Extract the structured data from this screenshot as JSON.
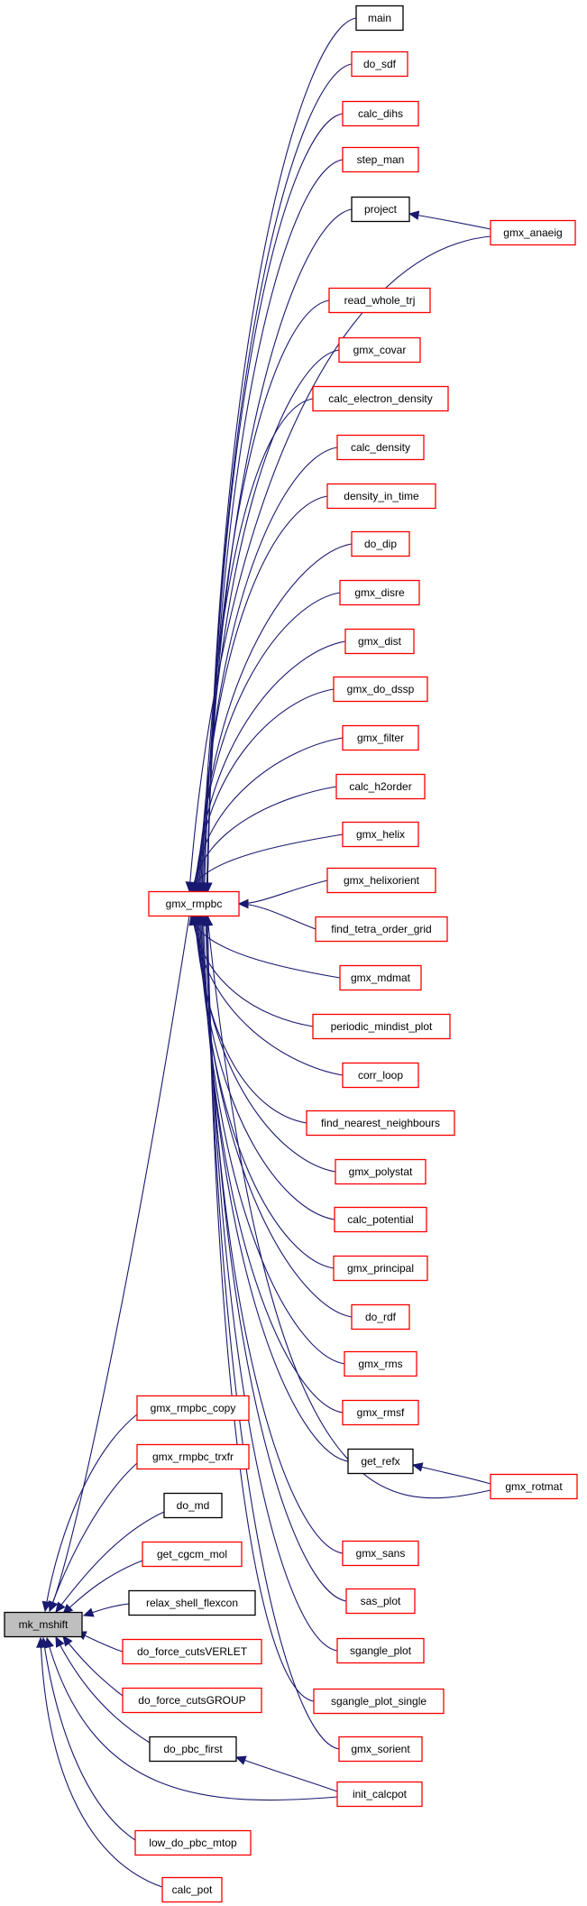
{
  "graph": {
    "colors": {
      "edge": "#191970",
      "documented_border": "#000000",
      "undocumented_border": "#ff0000",
      "root_fill": "#bfbfbf"
    },
    "root": "mk_mshift",
    "nodes": [
      {
        "id": "mk_mshift",
        "label": "mk_mshift",
        "style": "root"
      },
      {
        "id": "gmx_rmpbc",
        "label": "gmx_rmpbc",
        "style": "red"
      },
      {
        "id": "gmx_rmpbc_copy",
        "label": "gmx_rmpbc_copy",
        "style": "red"
      },
      {
        "id": "gmx_rmpbc_trxfr",
        "label": "gmx_rmpbc_trxfr",
        "style": "red"
      },
      {
        "id": "do_md",
        "label": "do_md",
        "style": "black"
      },
      {
        "id": "get_cgcm_mol",
        "label": "get_cgcm_mol",
        "style": "red"
      },
      {
        "id": "relax_shell_flexcon",
        "label": "relax_shell_flexcon",
        "style": "black"
      },
      {
        "id": "do_force_cutsVERLET",
        "label": "do_force_cutsVERLET",
        "style": "red"
      },
      {
        "id": "do_force_cutsGROUP",
        "label": "do_force_cutsGROUP",
        "style": "red"
      },
      {
        "id": "do_pbc_first",
        "label": "do_pbc_first",
        "style": "black"
      },
      {
        "id": "init_calcpot",
        "label": "init_calcpot",
        "style": "red"
      },
      {
        "id": "low_do_pbc_mtop",
        "label": "low_do_pbc_mtop",
        "style": "red"
      },
      {
        "id": "calc_pot",
        "label": "calc_pot",
        "style": "red"
      },
      {
        "id": "main",
        "label": "main",
        "style": "black"
      },
      {
        "id": "do_sdf",
        "label": "do_sdf",
        "style": "red"
      },
      {
        "id": "calc_dihs",
        "label": "calc_dihs",
        "style": "red"
      },
      {
        "id": "step_man",
        "label": "step_man",
        "style": "red"
      },
      {
        "id": "project",
        "label": "project",
        "style": "black"
      },
      {
        "id": "gmx_anaeig",
        "label": "gmx_anaeig",
        "style": "red"
      },
      {
        "id": "read_whole_trj",
        "label": "read_whole_trj",
        "style": "red"
      },
      {
        "id": "gmx_covar",
        "label": "gmx_covar",
        "style": "red"
      },
      {
        "id": "calc_electron_density",
        "label": "calc_electron_density",
        "style": "red"
      },
      {
        "id": "calc_density",
        "label": "calc_density",
        "style": "red"
      },
      {
        "id": "density_in_time",
        "label": "density_in_time",
        "style": "red"
      },
      {
        "id": "do_dip",
        "label": "do_dip",
        "style": "red"
      },
      {
        "id": "gmx_disre",
        "label": "gmx_disre",
        "style": "red"
      },
      {
        "id": "gmx_dist",
        "label": "gmx_dist",
        "style": "red"
      },
      {
        "id": "gmx_do_dssp",
        "label": "gmx_do_dssp",
        "style": "red"
      },
      {
        "id": "gmx_filter",
        "label": "gmx_filter",
        "style": "red"
      },
      {
        "id": "calc_h2order",
        "label": "calc_h2order",
        "style": "red"
      },
      {
        "id": "gmx_helix",
        "label": "gmx_helix",
        "style": "red"
      },
      {
        "id": "gmx_helixorient",
        "label": "gmx_helixorient",
        "style": "red"
      },
      {
        "id": "find_tetra_order_grid",
        "label": "find_tetra_order_grid",
        "style": "red"
      },
      {
        "id": "gmx_mdmat",
        "label": "gmx_mdmat",
        "style": "red"
      },
      {
        "id": "periodic_mindist_plot",
        "label": "periodic_mindist_plot",
        "style": "red"
      },
      {
        "id": "corr_loop",
        "label": "corr_loop",
        "style": "red"
      },
      {
        "id": "find_nearest_neighbours",
        "label": "find_nearest_neighbours",
        "style": "red"
      },
      {
        "id": "gmx_polystat",
        "label": "gmx_polystat",
        "style": "red"
      },
      {
        "id": "calc_potential",
        "label": "calc_potential",
        "style": "red"
      },
      {
        "id": "gmx_principal",
        "label": "gmx_principal",
        "style": "red"
      },
      {
        "id": "do_rdf",
        "label": "do_rdf",
        "style": "red"
      },
      {
        "id": "gmx_rms",
        "label": "gmx_rms",
        "style": "red"
      },
      {
        "id": "gmx_rmsf",
        "label": "gmx_rmsf",
        "style": "red"
      },
      {
        "id": "get_refx",
        "label": "get_refx",
        "style": "black"
      },
      {
        "id": "gmx_rotmat",
        "label": "gmx_rotmat",
        "style": "red"
      },
      {
        "id": "gmx_sans",
        "label": "gmx_sans",
        "style": "red"
      },
      {
        "id": "sas_plot",
        "label": "sas_plot",
        "style": "red"
      },
      {
        "id": "sgangle_plot",
        "label": "sgangle_plot",
        "style": "red"
      },
      {
        "id": "sgangle_plot_single",
        "label": "sgangle_plot_single",
        "style": "red"
      },
      {
        "id": "gmx_sorient",
        "label": "gmx_sorient",
        "style": "red"
      }
    ],
    "edges": [
      {
        "from": "gmx_rmpbc",
        "to": "mk_mshift"
      },
      {
        "from": "gmx_rmpbc_copy",
        "to": "mk_mshift"
      },
      {
        "from": "gmx_rmpbc_trxfr",
        "to": "mk_mshift"
      },
      {
        "from": "do_md",
        "to": "mk_mshift"
      },
      {
        "from": "get_cgcm_mol",
        "to": "mk_mshift"
      },
      {
        "from": "relax_shell_flexcon",
        "to": "mk_mshift"
      },
      {
        "from": "do_force_cutsVERLET",
        "to": "mk_mshift"
      },
      {
        "from": "do_force_cutsGROUP",
        "to": "mk_mshift"
      },
      {
        "from": "do_pbc_first",
        "to": "mk_mshift"
      },
      {
        "from": "init_calcpot",
        "to": "mk_mshift"
      },
      {
        "from": "low_do_pbc_mtop",
        "to": "mk_mshift"
      },
      {
        "from": "calc_pot",
        "to": "mk_mshift"
      },
      {
        "from": "main",
        "to": "gmx_rmpbc"
      },
      {
        "from": "do_sdf",
        "to": "gmx_rmpbc"
      },
      {
        "from": "calc_dihs",
        "to": "gmx_rmpbc"
      },
      {
        "from": "step_man",
        "to": "gmx_rmpbc"
      },
      {
        "from": "project",
        "to": "gmx_rmpbc"
      },
      {
        "from": "gmx_anaeig",
        "to": "gmx_rmpbc"
      },
      {
        "from": "read_whole_trj",
        "to": "gmx_rmpbc"
      },
      {
        "from": "gmx_covar",
        "to": "gmx_rmpbc"
      },
      {
        "from": "calc_electron_density",
        "to": "gmx_rmpbc"
      },
      {
        "from": "calc_density",
        "to": "gmx_rmpbc"
      },
      {
        "from": "density_in_time",
        "to": "gmx_rmpbc"
      },
      {
        "from": "do_dip",
        "to": "gmx_rmpbc"
      },
      {
        "from": "gmx_disre",
        "to": "gmx_rmpbc"
      },
      {
        "from": "gmx_dist",
        "to": "gmx_rmpbc"
      },
      {
        "from": "gmx_do_dssp",
        "to": "gmx_rmpbc"
      },
      {
        "from": "gmx_filter",
        "to": "gmx_rmpbc"
      },
      {
        "from": "calc_h2order",
        "to": "gmx_rmpbc"
      },
      {
        "from": "gmx_helix",
        "to": "gmx_rmpbc"
      },
      {
        "from": "gmx_helixorient",
        "to": "gmx_rmpbc"
      },
      {
        "from": "find_tetra_order_grid",
        "to": "gmx_rmpbc"
      },
      {
        "from": "gmx_mdmat",
        "to": "gmx_rmpbc"
      },
      {
        "from": "periodic_mindist_plot",
        "to": "gmx_rmpbc"
      },
      {
        "from": "corr_loop",
        "to": "gmx_rmpbc"
      },
      {
        "from": "find_nearest_neighbours",
        "to": "gmx_rmpbc"
      },
      {
        "from": "gmx_polystat",
        "to": "gmx_rmpbc"
      },
      {
        "from": "calc_potential",
        "to": "gmx_rmpbc"
      },
      {
        "from": "gmx_principal",
        "to": "gmx_rmpbc"
      },
      {
        "from": "do_rdf",
        "to": "gmx_rmpbc"
      },
      {
        "from": "gmx_rms",
        "to": "gmx_rmpbc"
      },
      {
        "from": "gmx_rmsf",
        "to": "gmx_rmpbc"
      },
      {
        "from": "get_refx",
        "to": "gmx_rmpbc"
      },
      {
        "from": "gmx_rotmat",
        "to": "gmx_rmpbc"
      },
      {
        "from": "gmx_sans",
        "to": "gmx_rmpbc"
      },
      {
        "from": "sas_plot",
        "to": "gmx_rmpbc"
      },
      {
        "from": "sgangle_plot",
        "to": "gmx_rmpbc"
      },
      {
        "from": "sgangle_plot_single",
        "to": "gmx_rmpbc"
      },
      {
        "from": "gmx_sorient",
        "to": "gmx_rmpbc"
      },
      {
        "from": "gmx_anaeig",
        "to": "project"
      },
      {
        "from": "gmx_rotmat",
        "to": "get_refx"
      },
      {
        "from": "init_calcpot",
        "to": "do_pbc_first"
      }
    ]
  }
}
